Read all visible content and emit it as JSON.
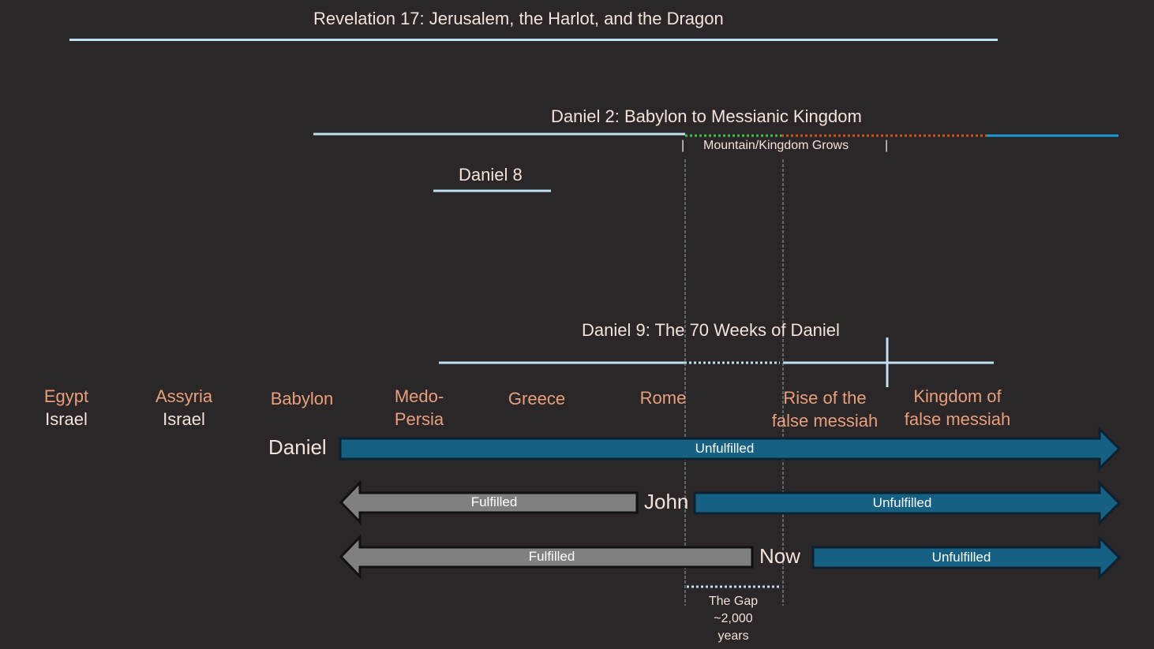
{
  "timelines": {
    "revelation17": {
      "title": "Revelation 17: Jerusalem, the Harlot, and the Dragon"
    },
    "daniel2": {
      "title": "Daniel 2: Babylon to Messianic Kingdom",
      "segment_label": "Mountain/Kingdom Grows",
      "tick_left": "|",
      "tick_right": "|",
      "colors": {
        "main": "#bfe0f0",
        "green": "#3fc04a",
        "orange": "#c8541e",
        "blue": "#1b9ad6"
      }
    },
    "daniel8": {
      "title": "Daniel 8"
    },
    "daniel9": {
      "title": "Daniel 9: The 70 Weeks of Daniel"
    }
  },
  "eras": [
    {
      "name": "Egypt",
      "sub": "Israel"
    },
    {
      "name": "Assyria",
      "sub": "Israel"
    },
    {
      "name": "Babylon",
      "sub": ""
    },
    {
      "name": "Medo-",
      "sub": "Persia"
    },
    {
      "name": "Greece",
      "sub": ""
    },
    {
      "name": "Rome",
      "sub": ""
    },
    {
      "name": "Rise of the",
      "sub": "false messiah"
    },
    {
      "name": "Kingdom of",
      "sub": "false messiah"
    }
  ],
  "perspectives": [
    {
      "viewer": "Daniel",
      "left_label": "",
      "right_label": "Unfulfilled"
    },
    {
      "viewer": "John",
      "left_label": "Fulfilled",
      "right_label": "Unfulfilled"
    },
    {
      "viewer": "Now",
      "left_label": "Fulfilled",
      "right_label": "Unfulfilled"
    }
  ],
  "gap": {
    "line1": "The Gap",
    "line2": "~2,000",
    "line3": "years"
  },
  "colors": {
    "background": "#2b2627",
    "era_text": "#e8a07c",
    "unfulfilled": "#166084",
    "fulfilled": "#808080",
    "line": "#bfe0f0"
  }
}
